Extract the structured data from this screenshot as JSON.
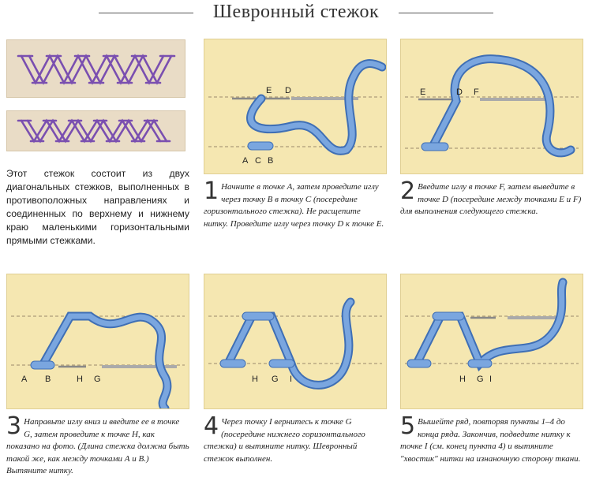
{
  "title": "Шевронный стежок",
  "intro": "Этот стежок состоит из двух диагональных стежков, выполненных в противоположных направлениях и соединенных по верхнему и нижнему краю маленькими горизонтальными прямыми стежками.",
  "steps": [
    {
      "num": "1",
      "text": "Начните в точке А, затем проведите иглу через точку В в точку С (посередине горизонтального стежка). Не расщепите нитку. Проведите иглу через точку D к точке Е.",
      "labels": [
        "E",
        "D",
        "A",
        "C",
        "B"
      ]
    },
    {
      "num": "2",
      "text": "Введите иглу в точке F, затем выведите в точке D (посередине между точками Е и F) для выполнения следующего стежка.",
      "labels": [
        "E",
        "D",
        "F"
      ]
    },
    {
      "num": "3",
      "text": "Направьте иглу вниз и введите ее в точке G, затем проведите к точке Н, как показано на фото. (Длина стежка должна быть такой же, как между точками А и В.) Вытяните нитку.",
      "labels": [
        "A",
        "B",
        "H",
        "G"
      ]
    },
    {
      "num": "4",
      "text": "Через точку I вернитесь к точке G (посередине нижнего горизонтального стежка) и вытяните нитку. Шевронный стежок выполнен.",
      "labels": [
        "H",
        "G",
        "I"
      ]
    },
    {
      "num": "5",
      "text": "Вышейте ряд, повторяя пункты 1–4 до конца ряда. Закончив, подведите нитку к точке I (см. конец пункта 4) и вытяните \"хвостик\" нитки на изнаночную сторону ткани.",
      "labels": [
        "H",
        "G",
        "I"
      ]
    }
  ],
  "colors": {
    "panel": "#f5e7b1",
    "thread": "#7aa6df",
    "thread_dark": "#3f6fb5",
    "stitch": "#7a4fb0",
    "fabric": "#e9dcc6"
  }
}
